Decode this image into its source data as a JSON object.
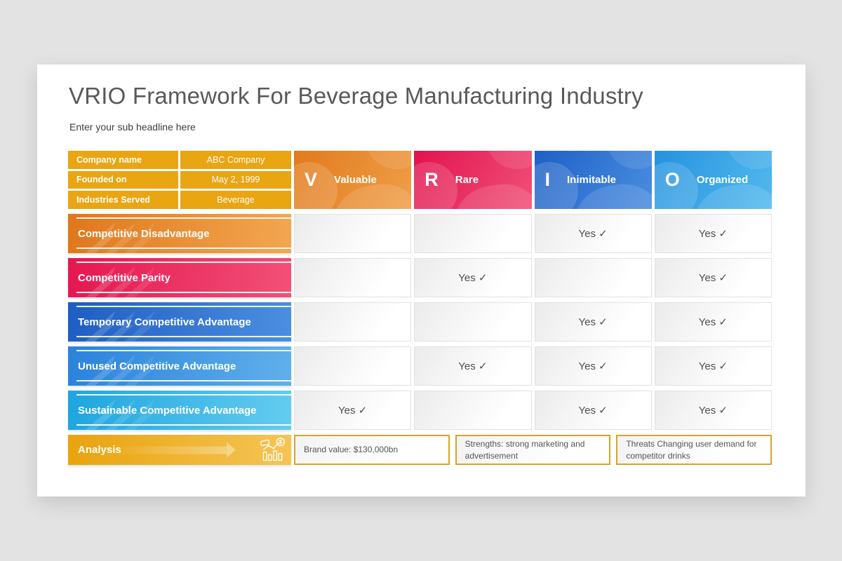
{
  "header": {
    "title": "VRIO Framework For Beverage Manufacturing Industry",
    "subtitle": "Enter your sub headline here"
  },
  "company_info": {
    "rows": [
      {
        "label": "Company name",
        "value": "ABC Company"
      },
      {
        "label": "Founded on",
        "value": "May 2, 1999"
      },
      {
        "label": "Industries Served",
        "value": "Beverage"
      }
    ]
  },
  "columns": [
    {
      "letter": "V",
      "label": "Valuable",
      "color": "#e6801f"
    },
    {
      "letter": "R",
      "label": "Rare",
      "color": "#e31350"
    },
    {
      "letter": "I",
      "label": "Inimitable",
      "color": "#2063c8"
    },
    {
      "letter": "O",
      "label": "Organized",
      "color": "#2492df"
    }
  ],
  "matrix": {
    "yes_label": "Yes ✓",
    "rows": [
      {
        "label": "Competitive Disadvantage",
        "color": "#e0771c",
        "cells": [
          "",
          "",
          "Yes ✓",
          "Yes ✓"
        ]
      },
      {
        "label": "Competitive Parity",
        "color": "#e51750",
        "cells": [
          "",
          "Yes ✓",
          "",
          "Yes ✓"
        ]
      },
      {
        "label": "Temporary Competitive Advantage",
        "color": "#1e5dc3",
        "cells": [
          "",
          "",
          "Yes ✓",
          "Yes ✓"
        ]
      },
      {
        "label": "Unused Competitive Advantage",
        "color": "#2b82dc",
        "cells": [
          "",
          "Yes ✓",
          "Yes ✓",
          "Yes ✓"
        ]
      },
      {
        "label": "Sustainable Competitive Advantage",
        "color": "#1ea5df",
        "cells": [
          "Yes ✓",
          "",
          "Yes ✓",
          "Yes ✓"
        ]
      }
    ]
  },
  "analysis": {
    "label": "Analysis",
    "icon": "analytics-chart-dollar-icon",
    "color": "#e9a30d",
    "notes": [
      "Brand value: $130,000bn",
      "Strengths: strong marketing and advertisement",
      "Threats Changing user demand for competitor drinks"
    ]
  },
  "colors": {
    "background": "#e4e3e3",
    "card": "#ffffff",
    "amber": "#e9a512",
    "note_border": "#d9a426",
    "cell_text": "#4f4f4f",
    "title_text": "#58595b"
  }
}
